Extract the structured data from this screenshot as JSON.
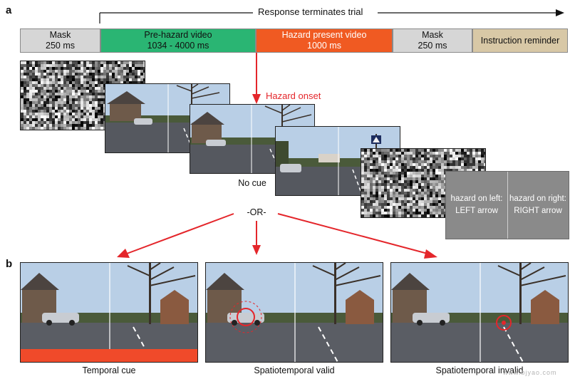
{
  "panel_a_label": "a",
  "panel_b_label": "b",
  "response_label": "Response terminates trial",
  "timeline": [
    {
      "line1": "Mask",
      "line2": "250 ms",
      "color": "#d6d6d6",
      "text_color": "#111111"
    },
    {
      "line1": "Pre-hazard video",
      "line2": "1034 - 4000 ms",
      "color": "#2ab573",
      "text_color": "#111111"
    },
    {
      "line1": "Hazard present video",
      "line2": "1000 ms",
      "color": "#f05a22",
      "text_color": "#ffffff"
    },
    {
      "line1": "Mask",
      "line2": "250 ms",
      "color": "#d6d6d6",
      "text_color": "#111111"
    },
    {
      "line1": "Instruction reminder",
      "line2": "",
      "color": "#d8c8a6",
      "text_color": "#111111"
    }
  ],
  "hazard_onset_label": "Hazard onset",
  "no_cue_label": "No cue",
  "or_label": "-OR-",
  "instruction": {
    "left_line1": "hazard on left:",
    "left_line2": "LEFT arrow",
    "right_line1": "hazard on right:",
    "right_line2": "RIGHT arrow"
  },
  "cue_conditions": [
    {
      "label": "Temporal cue"
    },
    {
      "label": "Spatiotemporal valid"
    },
    {
      "label": "Spatiotemporal invalid"
    }
  ],
  "watermark": "www.bjyao.com",
  "colors": {
    "arrow_red": "#e4262b",
    "temporal_bar": "#f04a2a",
    "sky": "#b8d0e8",
    "road": "#55585f"
  }
}
